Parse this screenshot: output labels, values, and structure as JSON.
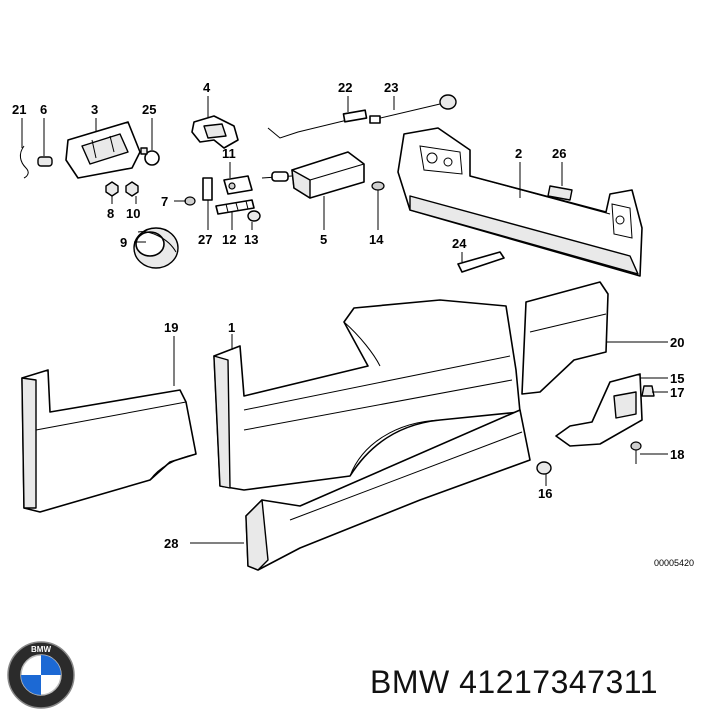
{
  "diagram": {
    "callouts": [
      {
        "id": "c21",
        "label": "21"
      },
      {
        "id": "c6",
        "label": "6"
      },
      {
        "id": "c3",
        "label": "3"
      },
      {
        "id": "c25",
        "label": "25"
      },
      {
        "id": "c4",
        "label": "4"
      },
      {
        "id": "c22",
        "label": "22"
      },
      {
        "id": "c23",
        "label": "23"
      },
      {
        "id": "c11",
        "label": "11"
      },
      {
        "id": "c2",
        "label": "2"
      },
      {
        "id": "c26",
        "label": "26"
      },
      {
        "id": "c7",
        "label": "7"
      },
      {
        "id": "c8",
        "label": "8"
      },
      {
        "id": "c10",
        "label": "10"
      },
      {
        "id": "c9",
        "label": "9"
      },
      {
        "id": "c27",
        "label": "27"
      },
      {
        "id": "c12",
        "label": "12"
      },
      {
        "id": "c13",
        "label": "13"
      },
      {
        "id": "c5",
        "label": "5"
      },
      {
        "id": "c14",
        "label": "14"
      },
      {
        "id": "c24",
        "label": "24"
      },
      {
        "id": "c19",
        "label": "19"
      },
      {
        "id": "c1",
        "label": "1"
      },
      {
        "id": "c20",
        "label": "20"
      },
      {
        "id": "c15",
        "label": "15"
      },
      {
        "id": "c17",
        "label": "17"
      },
      {
        "id": "c18",
        "label": "18"
      },
      {
        "id": "c16",
        "label": "16"
      },
      {
        "id": "c28",
        "label": "28"
      }
    ],
    "reference_code": "00005420"
  },
  "footer": {
    "brand": "BMW",
    "part_number_text": "BMW 41217347311"
  }
}
